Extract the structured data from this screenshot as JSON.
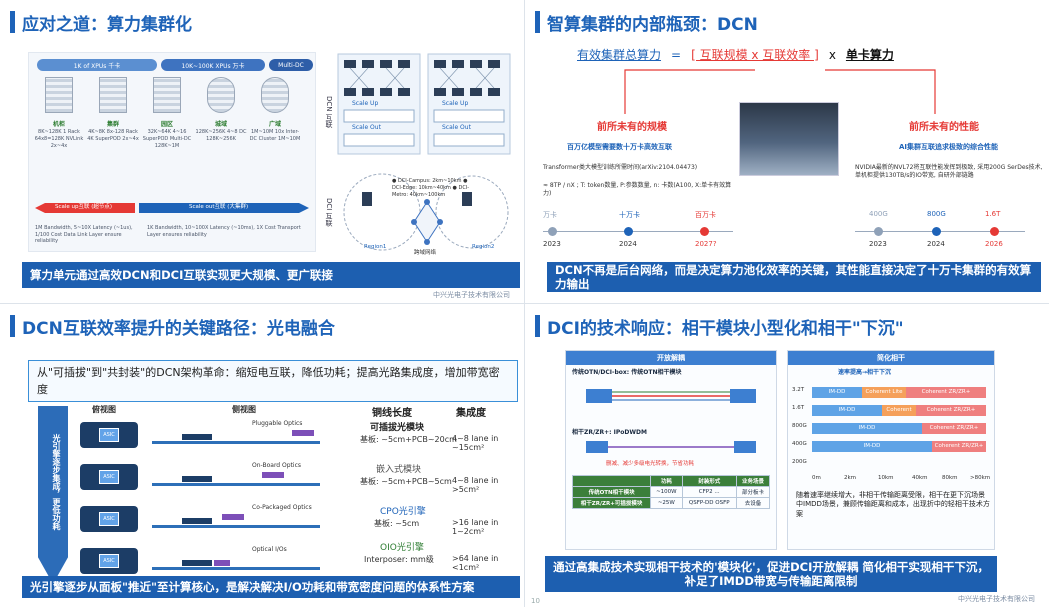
{
  "slide1": {
    "title": "应对之道：算力集群化",
    "tiers": [
      {
        "head": "1K of XPUs 千卡",
        "label": "机柜",
        "spec": "8K~128K 1 Rack 64x8=128K NVLink 2x~4x"
      },
      {
        "head": "",
        "label": "集群",
        "spec": "4K~8K 8x-128 Rack 4K SuperPOD 2x~4x"
      },
      {
        "head": "10K~100K XPUs 万卡",
        "label": "园区",
        "spec": "32K~64K 4~16 SuperPOD Multi-DC 128K~1M"
      },
      {
        "head": "",
        "label": "城域",
        "spec": "128K~256K 4~8 DC 128K~256K"
      },
      {
        "head": "Multi-DC",
        "label": "广域",
        "spec": "1M~10M 10x Inter-DC Cluster 1M~10M"
      }
    ],
    "arrow_left": "Scale up互联 (超节点)",
    "arrow_right": "Scale out互联 (大集群)",
    "note_left": "1M Bandwidth, 5~10X Latency (~1us), 1/100 Cost Data Link Layer ensure reliability",
    "note_right": "1K Bandwidth, 10~100X Latency (~10ms), 1X Cost Transport Layer ensures reliability",
    "dcn_label": "DCN 互联",
    "dci_label": "DCI 互联",
    "scale_up": "Scale Up",
    "scale_out": "Scale Out",
    "dci_list": "● DCI-Campus: 2km~10km ● DCI-Edge: 10km~40km ● DCI-Metro: 40km~100km",
    "region1": "Region1",
    "region2": "Region2",
    "ring_label": "跨域网络",
    "banner": "算力单元通过高效DCN和DCI互联实现更大规模、更广联接",
    "footer": "中兴光电子技术有限公司"
  },
  "slide2": {
    "title": "智算集群的内部瓶颈：DCN",
    "formula_left": "有效集群总算力",
    "formula_eq": "=",
    "formula_mid": "[ 互联规模 x 互联效率 ]",
    "formula_x": "x",
    "formula_right": "单卡算力",
    "callout_left": "前所未有的规模",
    "callout_right": "前所未有的性能",
    "sub_left": "百万亿模型需要数十万卡高效互联",
    "sub_right": "AI集群互联追求极致的综合性能",
    "text_left": "Transformer类大模型训练所需时间(arXiv:2104.04473)",
    "text_formula": "≈ 8TP / nX ; T: token数量, P:参数数量, n: 卡数(A100, X:单卡有效算力)",
    "text_right": "NVIDIA最新的NVL72将互联性能发挥到极致, 采用200G SerDes技术, 单机柜提供130TB/s的IO带宽, 自研外部链路",
    "tl_left": [
      {
        "top": "万卡",
        "year": "2023",
        "color": "#8fa1b8"
      },
      {
        "top": "十万卡",
        "year": "2024",
        "color": "#1e63b8"
      },
      {
        "top": "百万卡",
        "year": "2027?",
        "color": "#e53935"
      }
    ],
    "tl_right": [
      {
        "top": "400G",
        "year": "2023",
        "color": "#8fa1b8"
      },
      {
        "top": "800G",
        "year": "2024",
        "color": "#1e63b8"
      },
      {
        "top": "1.6T",
        "year": "2026",
        "color": "#e53935"
      }
    ],
    "banner": "DCN不再是后台网络，而是决定算力池化效率的关键，其性能直接决定了十万卡集群的有效算力输出"
  },
  "slide3": {
    "title": "DCN互联效率提升的关键路径：光电融合",
    "intro": "从\"可插拔\"到\"共封装\"的DCN架构革命：缩短电互联，降低功耗；提高光路集成度，增加带宽密度",
    "arrow_text": "光引擎逐步集成，更低功耗",
    "top_view": "俯视图",
    "side_view": "侧视图",
    "col_copper": "铜线长度",
    "col_integration": "集成度",
    "chip": "ASIC",
    "rows": [
      {
        "name": "可插拔光模块",
        "color": "#222",
        "copper": "基板: ~5cm+PCB~20cm",
        "integ": "4~8 lane in ~15cm²",
        "side": "Pluggable Optics"
      },
      {
        "name": "嵌入式模块",
        "color": "#555",
        "copper": "基板: ~5cm+PCB~5cm",
        "integ": "4~8 lane in >5cm²",
        "side": "On-Board Optics"
      },
      {
        "name": "CPO光引擎",
        "color": "#1e63b8",
        "copper": "基板: ~5cm",
        "integ": ">16 lane in 1~2cm²",
        "side": "Co-Packaged Optics"
      },
      {
        "name": "OIO光引擎",
        "color": "#2e7d32",
        "copper": "Interposer: mm级",
        "integ": ">64 lane in <1cm²",
        "side": "Optical I/Os"
      }
    ],
    "banner": "光引擎逐步从面板\"推近\"至计算核心，是解决解决I/O功耗和带宽密度问题的体系性方案"
  },
  "slide4": {
    "title": "DCI的技术响应：相干模块小型化和相干\"下沉\"",
    "left_head": "开放解耦",
    "line1": "传统OTN/DCI-box: 传统OTN相干模块",
    "line2": "相干ZR/ZR+: IPoDWDM",
    "line2_note": "删减、减少多级电光转换，节省功耗",
    "table_head": [
      "",
      "功耗",
      "封装形式",
      "业务场景"
    ],
    "table_rows": [
      [
        "传统OTN相干模块",
        "~100W",
        "CFP2 ...",
        "部分板卡"
      ],
      [
        "相干ZR/ZR+可插拔模块",
        "~25W",
        "QSFP-DD OSFP",
        "去设备"
      ]
    ],
    "right_head": "简化相干",
    "right_sub": "速率提高→相干下沉",
    "bars": [
      {
        "left": "IM-DD",
        "mid": "Coherent Lite",
        "right": "Coherent ZR/ZR+"
      },
      {
        "left": "IM-DD",
        "mid": "Coherent Lite",
        "right": "Coherent ZR/ZR+"
      },
      {
        "left": "IM-DD",
        "mid": "",
        "right": "Coherent ZR/ZR+"
      },
      {
        "left": "IM-DD",
        "mid": "",
        "right": "Coherent ZR/ZR+"
      }
    ],
    "y_labels": [
      "3.2T",
      "1.6T",
      "800G",
      "400G",
      "200G"
    ],
    "x_labels": [
      "0m",
      "2km",
      "10km",
      "40km",
      "80km",
      ">80km"
    ],
    "right_text": "随着速率继续增大，非相干传输距离受限，相干在更下沉场景中IMDD场景，兼顾传输距离和成本，出现折中的轻相干技术方案",
    "banner": "通过高集成技术实现相干技术的'模块化'，促进DCI开放解耦 简化相干实现相干下沉，补足了IMDD带宽与传输距离限制",
    "footer": "中兴光电子技术有限公司",
    "page": "10"
  }
}
